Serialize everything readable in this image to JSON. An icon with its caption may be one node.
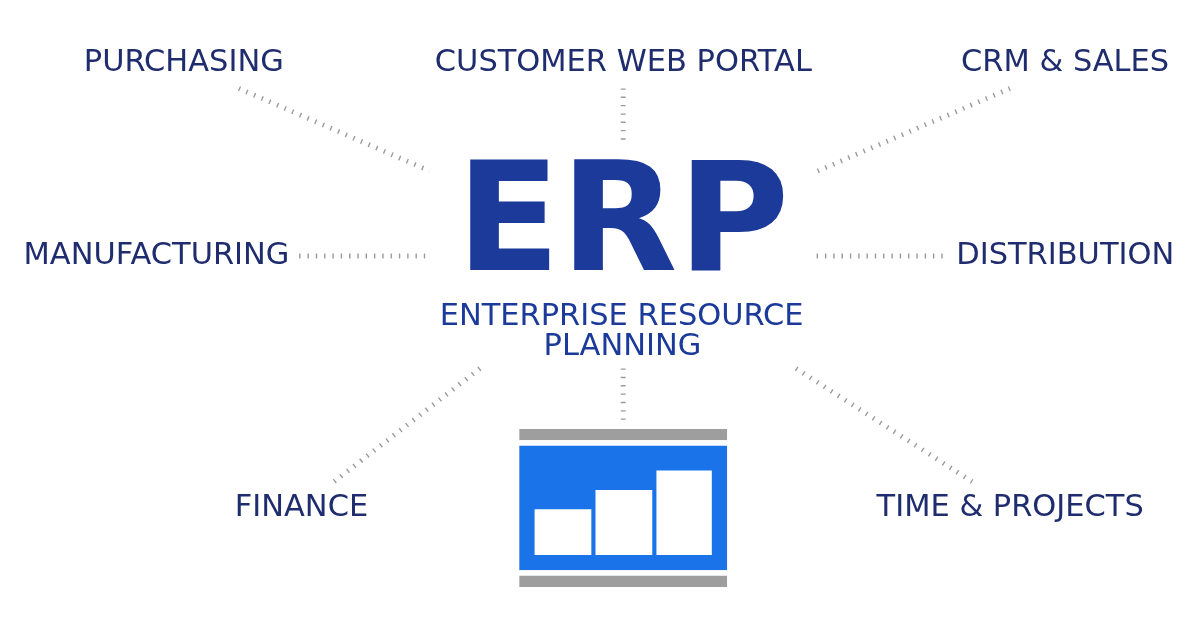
{
  "diagram": {
    "nodes": [
      {
        "text": [
          "PURCHASING"
        ]
      },
      {
        "text": [
          "CUSTOMER WEB PORTAL"
        ]
      },
      {
        "text": [
          "CRM & SALES"
        ]
      },
      {
        "text": [
          "MANUFACTURING"
        ]
      },
      {
        "text": [
          "ERP",
          "ENTERPRISE RESOURCE PLANNING"
        ]
      },
      {
        "text": [
          "DISTRIBUTION"
        ]
      },
      {
        "text": [
          "FINANCE"
        ]
      },
      {
        "text": [],
        "shape": "picture"
      },
      {
        "text": [
          "TIME & PROJECTS"
        ]
      }
    ],
    "edges": [
      {
        "from": 0,
        "to": 4,
        "arrow": "none"
      },
      {
        "from": 1,
        "to": 4,
        "arrow": "none"
      },
      {
        "from": 2,
        "to": 4,
        "arrow": "none"
      },
      {
        "from": 3,
        "to": 4,
        "arrow": "none"
      },
      {
        "from": 4,
        "to": 5,
        "arrow": "none"
      },
      {
        "from": 4,
        "to": 6,
        "arrow": "none"
      },
      {
        "from": 4,
        "to": 7,
        "arrow": "none"
      },
      {
        "from": 4,
        "to": 8,
        "arrow": "none"
      }
    ]
  }
}
